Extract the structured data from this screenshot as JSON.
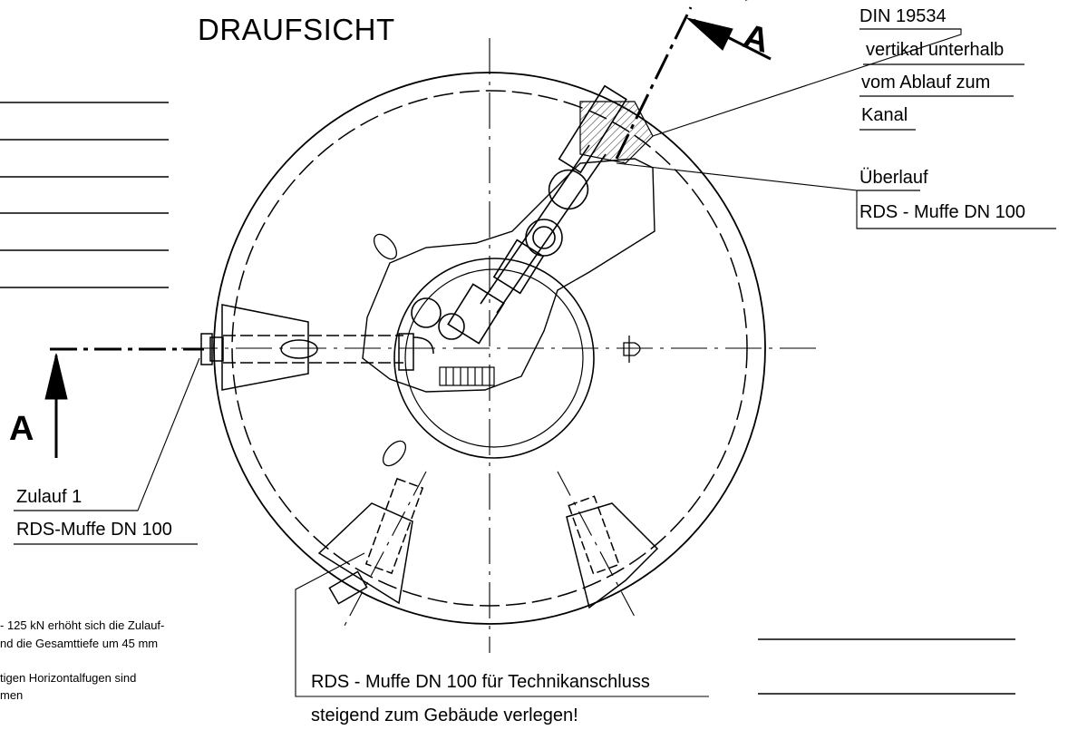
{
  "title": "DRAUFSICHT",
  "section_marker": "A",
  "top_right_labels": {
    "line1": "DIN 19534",
    "line2": "vertikal unterhalb",
    "line3": "vom Ablauf zum",
    "line4": "Kanal"
  },
  "overflow_label": {
    "line1": "Überlauf",
    "line2": "RDS - Muffe DN 100"
  },
  "inlet_label": {
    "line1": "Zulauf 1",
    "line2": "RDS-Muffe DN 100"
  },
  "tech_label": {
    "line1": "RDS - Muffe DN 100 für Technikanschluss",
    "line2": "steigend zum Gebäude verlegen!"
  },
  "notes": {
    "line1": "-  125 kN erhöht sich die Zulauf-",
    "line2": "nd die Gesamttiefe um 45 mm",
    "line3": "tigen Horizontalfugen  sind",
    "line4": "men"
  }
}
